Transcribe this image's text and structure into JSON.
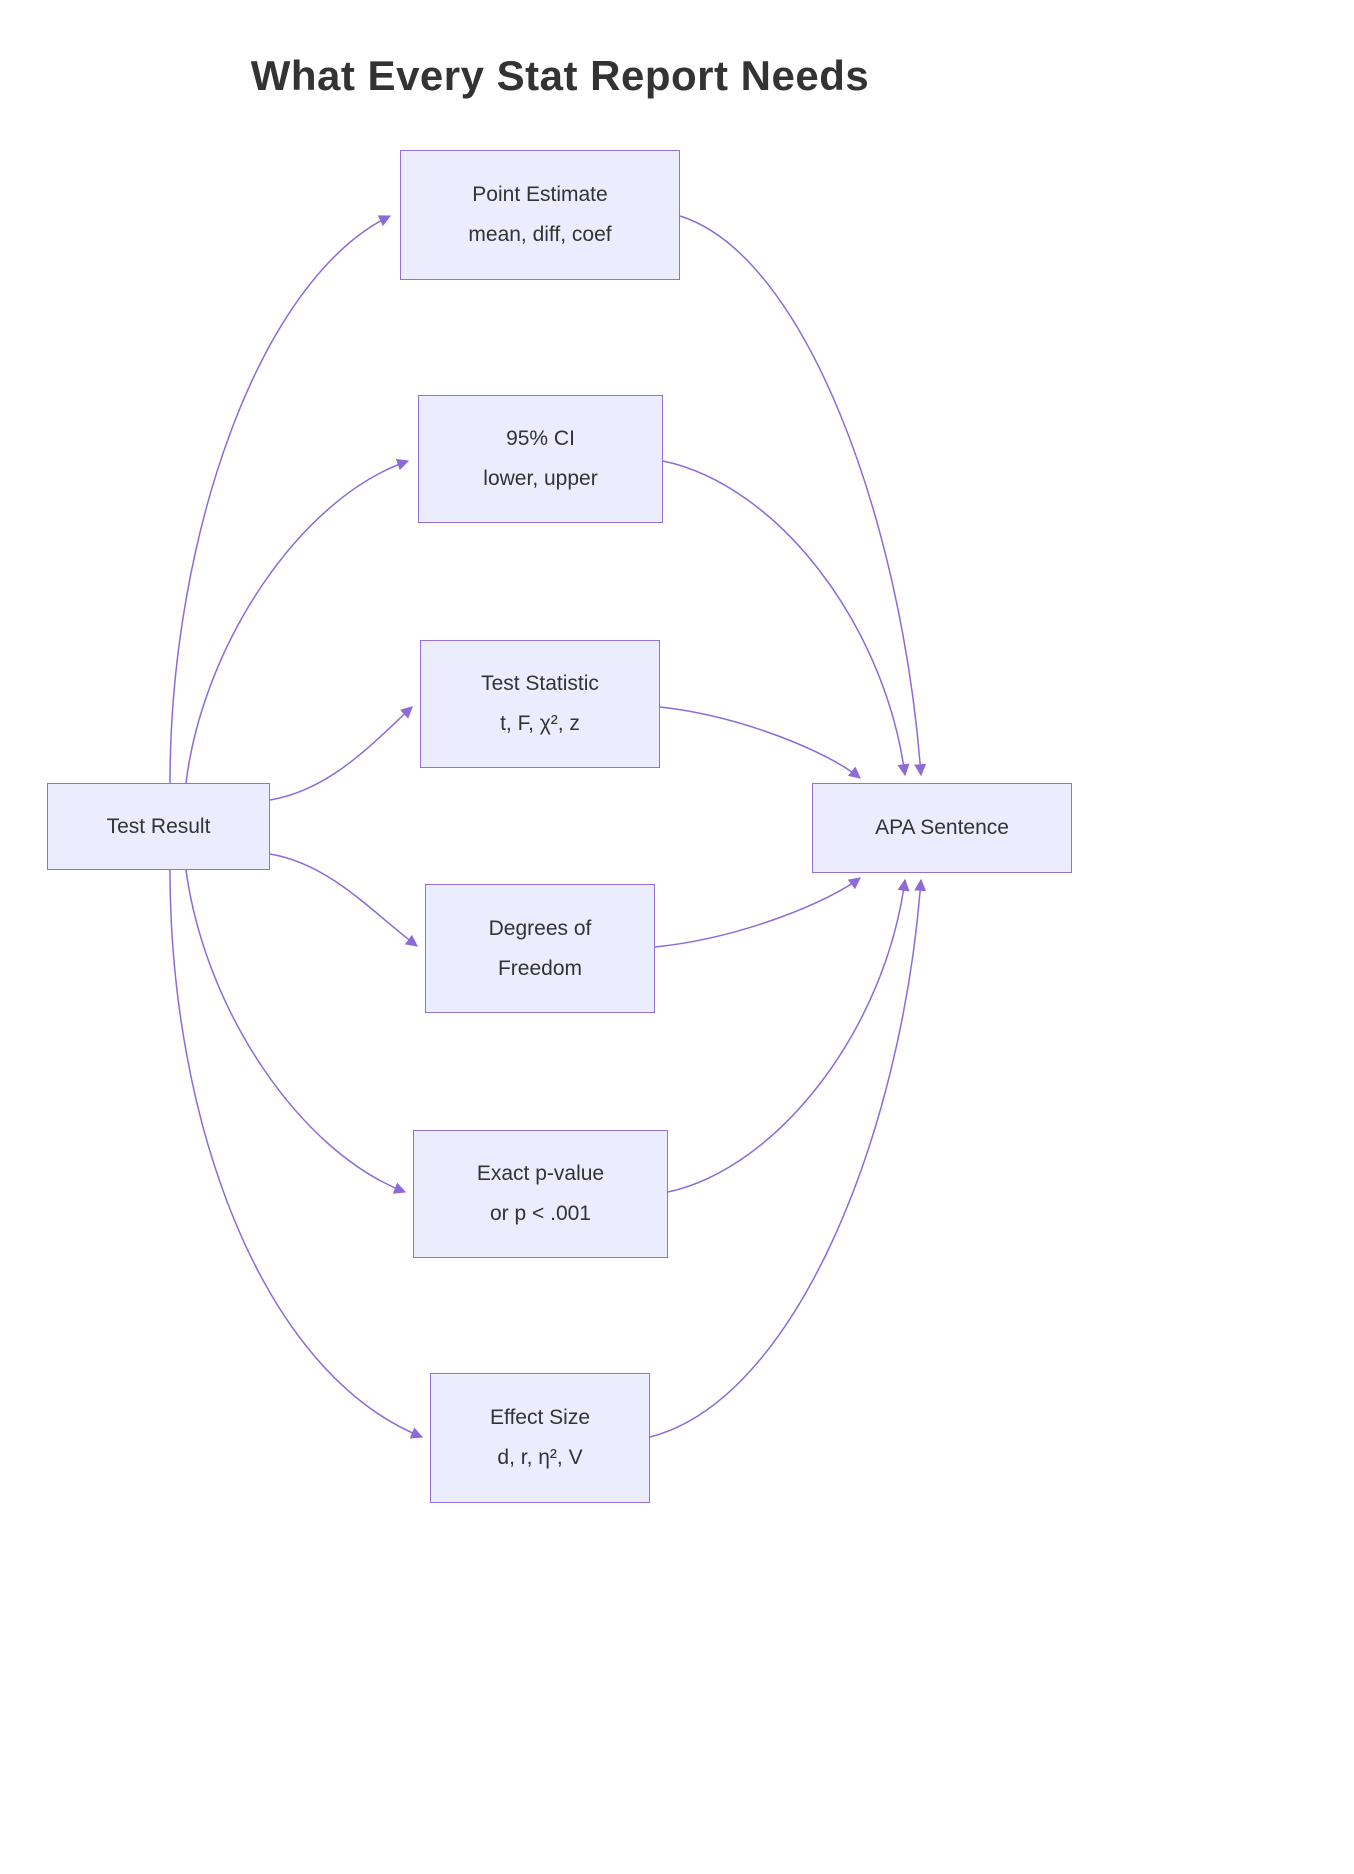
{
  "title": "What Every Stat Report Needs",
  "colors": {
    "node_fill": "#ECECFF",
    "node_border": "#9370DB",
    "edge": "#8C6BD9",
    "text": "#333333"
  },
  "nodes": {
    "test_result": {
      "label": "Test Result"
    },
    "apa_sentence": {
      "label": "APA Sentence"
    },
    "point_estimate": {
      "line1": "Point Estimate",
      "line2": "mean, diff, coef"
    },
    "ci": {
      "line1": "95% CI",
      "line2": "lower, upper"
    },
    "test_statistic": {
      "line1": "Test Statistic",
      "line2": "t, F, χ², z"
    },
    "dof": {
      "line1": "Degrees of",
      "line2": "Freedom"
    },
    "p_value": {
      "line1": "Exact p-value",
      "line2": "or p < .001"
    },
    "effect_size": {
      "line1": "Effect Size",
      "line2": "d, r, η², V"
    }
  },
  "edges": [
    {
      "from": "Test Result",
      "to": "Point Estimate"
    },
    {
      "from": "Test Result",
      "to": "95% CI"
    },
    {
      "from": "Test Result",
      "to": "Test Statistic"
    },
    {
      "from": "Test Result",
      "to": "Degrees of Freedom"
    },
    {
      "from": "Test Result",
      "to": "Exact p-value"
    },
    {
      "from": "Test Result",
      "to": "Effect Size"
    },
    {
      "from": "Point Estimate",
      "to": "APA Sentence"
    },
    {
      "from": "95% CI",
      "to": "APA Sentence"
    },
    {
      "from": "Test Statistic",
      "to": "APA Sentence"
    },
    {
      "from": "Degrees of Freedom",
      "to": "APA Sentence"
    },
    {
      "from": "Exact p-value",
      "to": "APA Sentence"
    },
    {
      "from": "Effect Size",
      "to": "APA Sentence"
    }
  ]
}
